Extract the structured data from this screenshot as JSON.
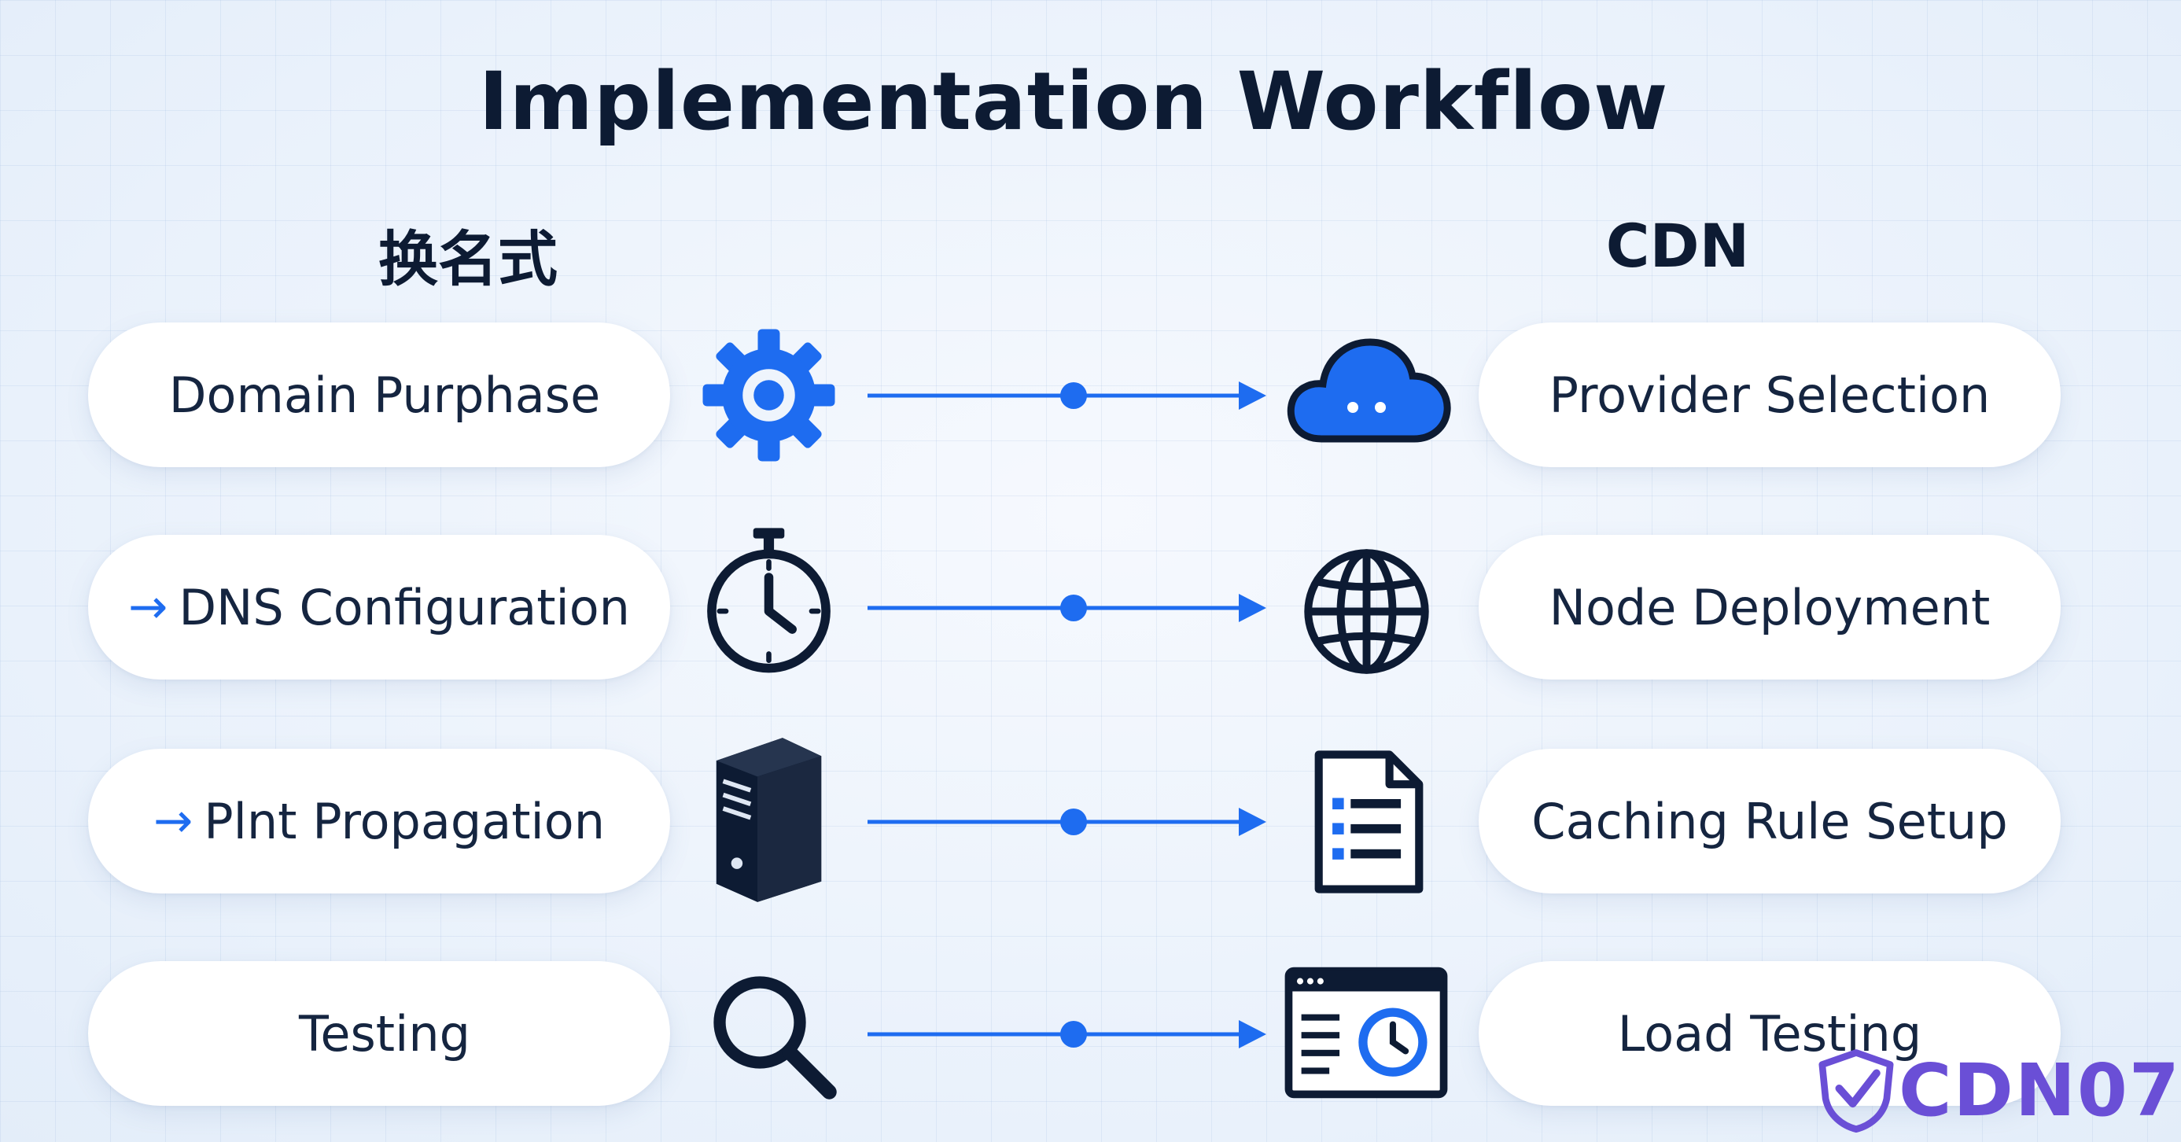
{
  "title": "Implementation Workflow",
  "left_header": "换名式",
  "right_header": "CDN",
  "colors": {
    "accent": "#1e6cf0",
    "dark": "#0d1b33",
    "logo": "#6a4fd6"
  },
  "rows": [
    {
      "left": {
        "label": "Domain Purphase",
        "arrow": ""
      },
      "left_icon": "gear-icon",
      "right_icon": "cloud-icon",
      "right": {
        "label": "Provider Selection"
      }
    },
    {
      "left": {
        "label": "DNS Configuration",
        "arrow": "→"
      },
      "left_icon": "stopwatch-icon",
      "right_icon": "globe-icon",
      "right": {
        "label": "Node Deployment"
      }
    },
    {
      "left": {
        "label": "Plnt Propagation",
        "arrow": "→"
      },
      "left_icon": "server-icon",
      "right_icon": "document-list-icon",
      "right": {
        "label": "Caching Rule Setup"
      }
    },
    {
      "left": {
        "label": "Testing",
        "arrow": ""
      },
      "left_icon": "magnifier-icon",
      "right_icon": "browser-clock-icon",
      "right": {
        "label": "Load Testing"
      }
    }
  ],
  "logo": {
    "text": "CDN07",
    "icon": "shield-check-icon"
  }
}
